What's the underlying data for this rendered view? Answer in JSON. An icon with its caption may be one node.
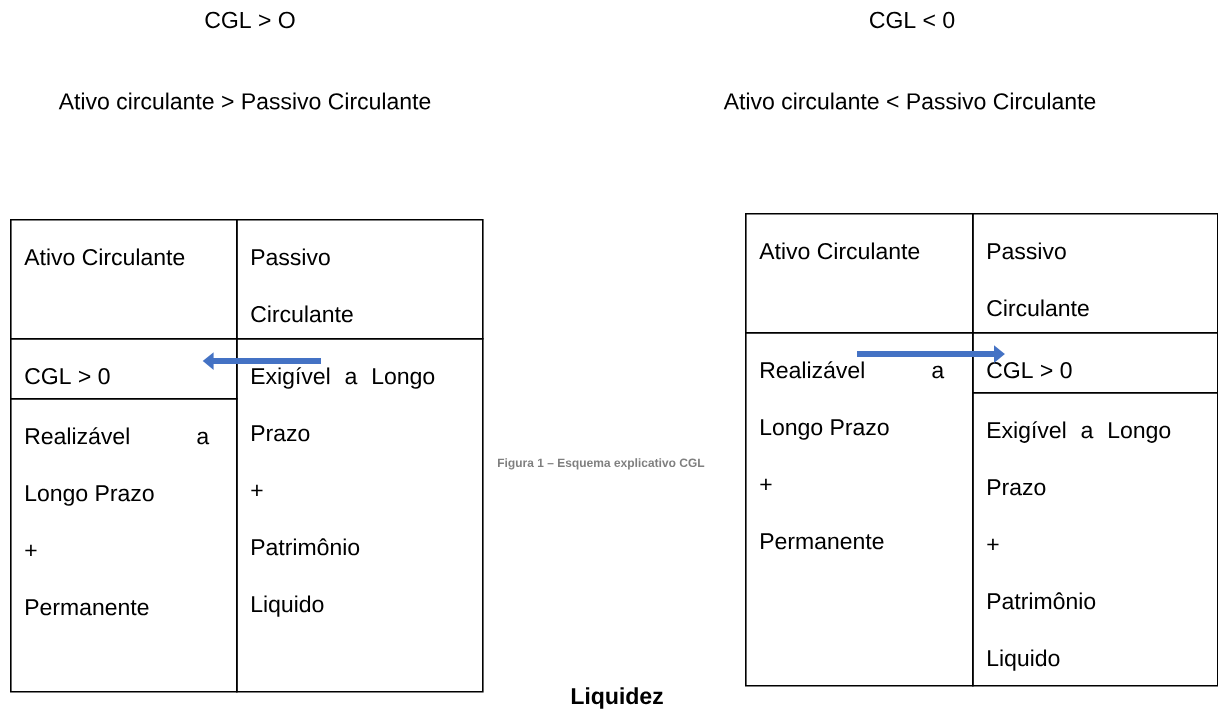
{
  "diagram": {
    "caption": "Figura 1 – Esquema explicativo CGL",
    "nodes": [
      {
        "text": [
          "Ativo Circulante"
        ]
      },
      {
        "text": [
          "Passivo Circulante"
        ]
      },
      {
        "text": [
          "CGL > 0"
        ]
      },
      {
        "text": [
          "Exigível a Longo Prazo",
          "+",
          "Patrimônio Liquido"
        ]
      },
      {
        "text": [
          "Realizável a Longo Prazo",
          "+",
          "Permanente"
        ]
      },
      {
        "text": [
          "Ativo Circulante"
        ]
      },
      {
        "text": [
          "Passivo Circulante"
        ]
      },
      {
        "text": [
          "Realizável a Longo Prazo",
          "+",
          "Permanente"
        ]
      },
      {
        "text": [
          "CGL > 0"
        ]
      },
      {
        "text": [
          "Exigível a Longo Prazo",
          "+",
          "Patrimônio Liquido"
        ]
      }
    ],
    "edges": [
      {
        "from": 3,
        "to": 2,
        "arrow": "to"
      },
      {
        "from": 7,
        "to": 8,
        "arrow": "to"
      }
    ],
    "labels": [
      "CGL > O",
      "CGL < 0",
      "Ativo circulante > Passivo Circulante",
      "Ativo circulante < Passivo Circulante",
      "Liquidez"
    ]
  }
}
